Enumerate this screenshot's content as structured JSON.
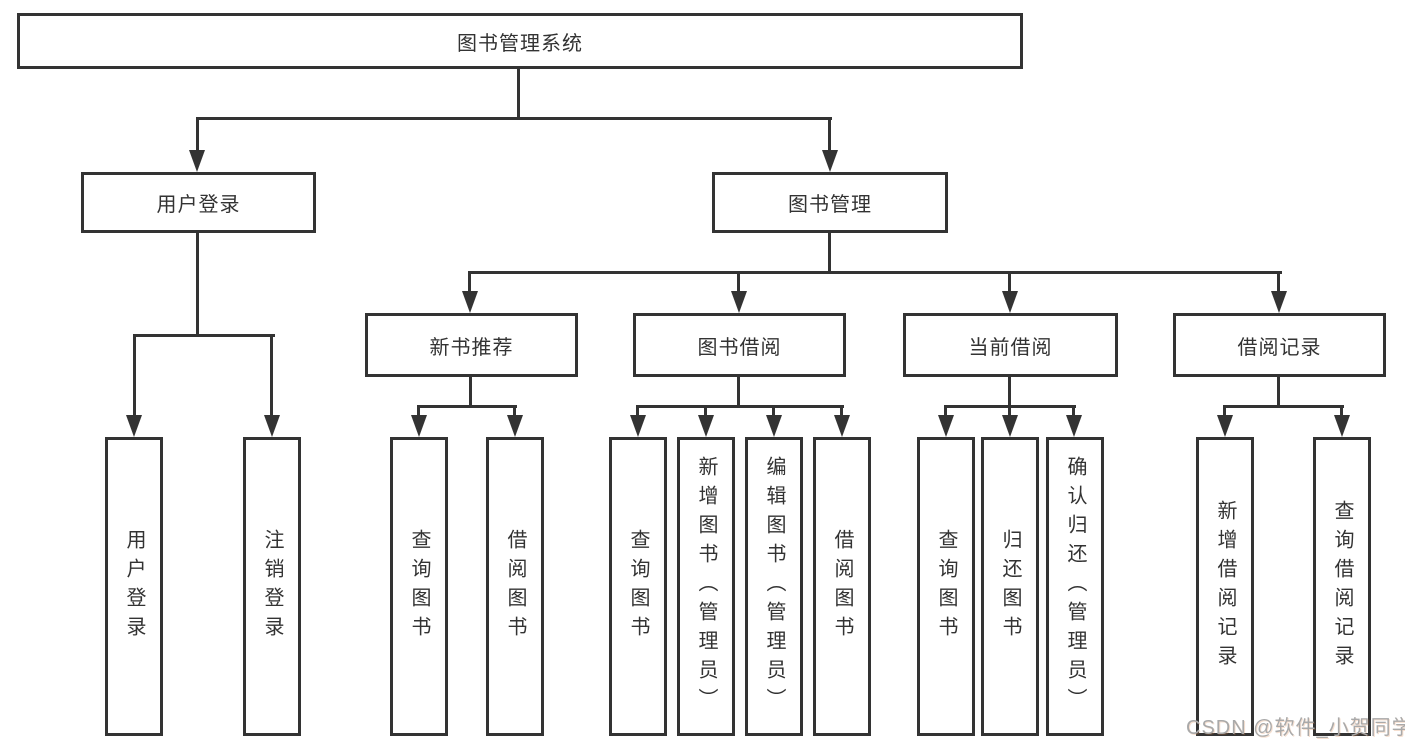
{
  "colors": {
    "line": "#333333",
    "box_border": "#333333",
    "background": "#ffffff",
    "watermark": "#a9a9a9"
  },
  "tree": {
    "root": {
      "label": "图书管理系统"
    },
    "branches": [
      {
        "label": "用户登录",
        "leaves": [
          "用户登录",
          "注销登录"
        ]
      },
      {
        "label": "图书管理",
        "groups": [
          {
            "label": "新书推荐",
            "leaves": [
              "查询图书",
              "借阅图书"
            ]
          },
          {
            "label": "图书借阅",
            "leaves": [
              "查询图书",
              "新增图书（管理员）",
              "编辑图书（管理员）",
              "借阅图书"
            ]
          },
          {
            "label": "当前借阅",
            "leaves": [
              "查询图书",
              "归还图书",
              "确认归还（管理员）"
            ]
          },
          {
            "label": "借阅记录",
            "leaves": [
              "新增借阅记录",
              "查询借阅记录"
            ]
          }
        ]
      }
    ]
  },
  "watermark": "CSDN @软件_小贺同学"
}
